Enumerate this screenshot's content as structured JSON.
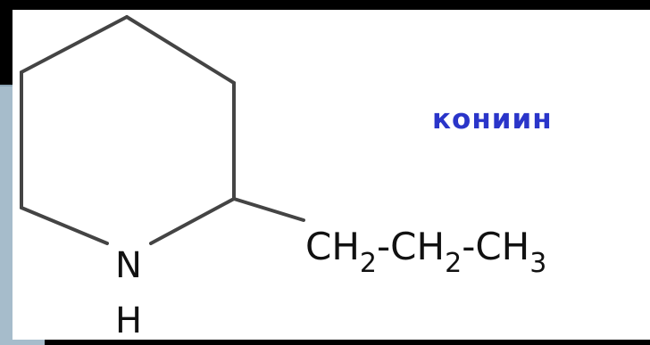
{
  "compound": {
    "name": "кониин",
    "ring_atom": "N",
    "ring_atom_hydrogen": "H",
    "chain": [
      {
        "group": "CH",
        "subscript": "2"
      },
      {
        "group": "CH",
        "subscript": "2"
      },
      {
        "group": "CH",
        "subscript": "3"
      }
    ]
  },
  "colors": {
    "name_label": "#2a35c9",
    "bond_line": "#444444",
    "frame": "#000000"
  }
}
